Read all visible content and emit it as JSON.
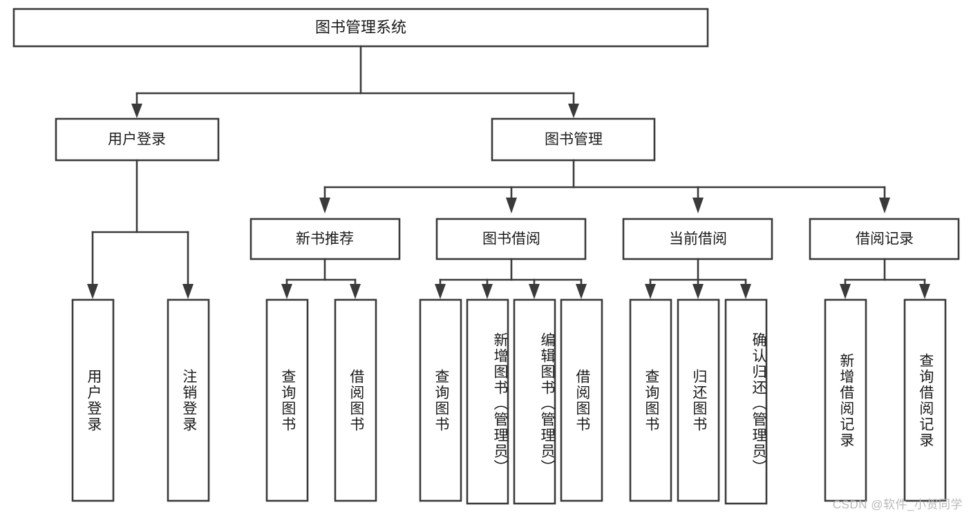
{
  "diagram": {
    "title": "图书管理系统",
    "type": "hierarchy-tree",
    "watermark": "CSDN @软件_小贺同学",
    "colors": {
      "stroke": "#3a3a3a",
      "box_fill": "#ffffff",
      "text": "#1a1a1a",
      "background": "#ffffff",
      "watermark": "#b9b9b9"
    },
    "root": {
      "label": "图书管理系统"
    },
    "level2": [
      {
        "label": "用户登录"
      },
      {
        "label": "图书管理"
      }
    ],
    "level3": [
      {
        "label": "新书推荐"
      },
      {
        "label": "图书借阅"
      },
      {
        "label": "当前借阅"
      },
      {
        "label": "借阅记录"
      }
    ],
    "leaves": {
      "user_login": [
        {
          "label": "用户登录"
        },
        {
          "label": "注销登录"
        }
      ],
      "new_book_recommend": [
        {
          "label": "查询图书"
        },
        {
          "label": "借阅图书"
        }
      ],
      "book_borrow": [
        {
          "label": "查询图书"
        },
        {
          "label": "新增图书（管理员）"
        },
        {
          "label": "编辑图书（管理员）"
        },
        {
          "label": "借阅图书"
        }
      ],
      "current_borrow": [
        {
          "label": "查询图书"
        },
        {
          "label": "归还图书"
        },
        {
          "label": "确认归还（管理员）"
        }
      ],
      "borrow_record": [
        {
          "label": "新增借阅记录"
        },
        {
          "label": "查询借阅记录"
        }
      ]
    }
  }
}
